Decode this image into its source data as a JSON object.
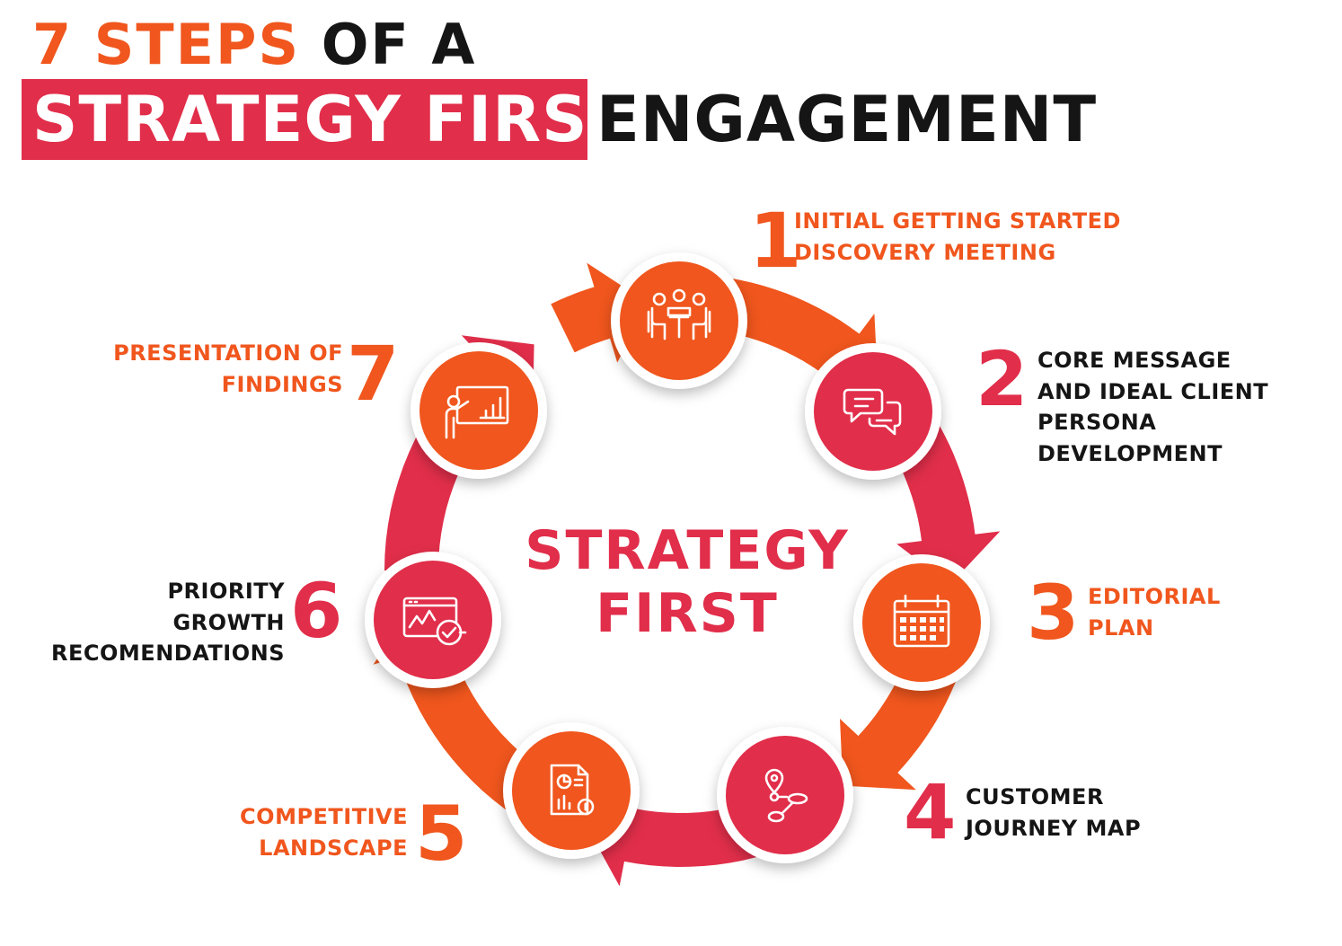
{
  "title": {
    "line1_orange": "7 STEPS",
    "line1_dark": "OF A",
    "line2_highlight": "STRATEGY FIRST",
    "line2_dark": "ENGAGEMENT"
  },
  "center": {
    "line1": "STRATEGY",
    "line2": "FIRST"
  },
  "colors": {
    "orange": "#f0561d",
    "crimson": "#e12e4a",
    "dark": "#151515"
  },
  "steps": [
    {
      "number": "1",
      "line1": "INITIAL GETTING STARTED",
      "line2": "DISCOVERY MEETING",
      "icon": "meeting-icon",
      "color": "orange"
    },
    {
      "number": "2",
      "line1": "CORE MESSAGE",
      "line2": "AND IDEAL CLIENT",
      "line3": "PERSONA",
      "line4": "DEVELOPMENT",
      "icon": "chat-bubbles-icon",
      "color": "crimson"
    },
    {
      "number": "3",
      "line1": "EDITORIAL",
      "line2": "PLAN",
      "icon": "calendar-icon",
      "color": "orange"
    },
    {
      "number": "4",
      "line1": "CUSTOMER",
      "line2": "JOURNEY MAP",
      "icon": "map-pin-route-icon",
      "color": "crimson"
    },
    {
      "number": "5",
      "line1": "COMPETITIVE",
      "line2": "LANDSCAPE",
      "icon": "report-chart-icon",
      "color": "orange"
    },
    {
      "number": "6",
      "line1": "PRIORITY",
      "line2": "GROWTH",
      "line3": "RECOMENDATIONS",
      "icon": "analytics-check-icon",
      "color": "crimson"
    },
    {
      "number": "7",
      "line1": "PRESENTATION OF",
      "line2": "FINDINGS",
      "icon": "presentation-board-icon",
      "color": "orange"
    }
  ]
}
